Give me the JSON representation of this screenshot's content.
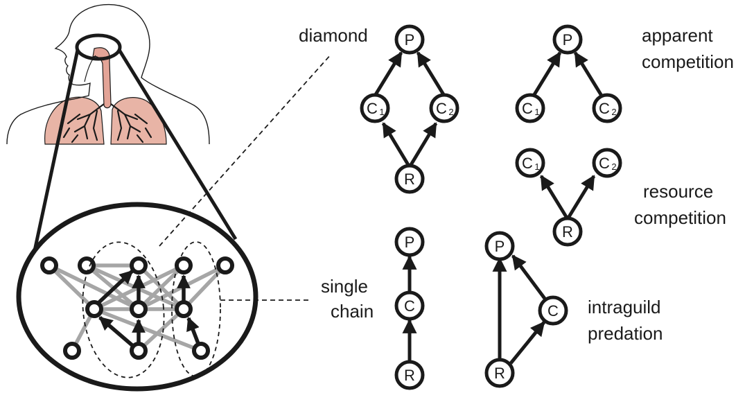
{
  "labels": {
    "diamond": "diamond",
    "apparent_1": "apparent",
    "apparent_2": "competition",
    "resource_1": "resource",
    "resource_2": "competition",
    "single_1": "single",
    "single_2": "chain",
    "intraguild_1": "intraguild",
    "intraguild_2": "predation"
  },
  "node_names": {
    "P": "P",
    "C": "C",
    "R": "R",
    "sub1": "1",
    "sub2": "2"
  },
  "colors": {
    "ink": "#1a1a1a",
    "grey_edge": "#a6a6a6",
    "lung_pink": "#e8b4a6",
    "trachea_pink": "#e3a497"
  }
}
